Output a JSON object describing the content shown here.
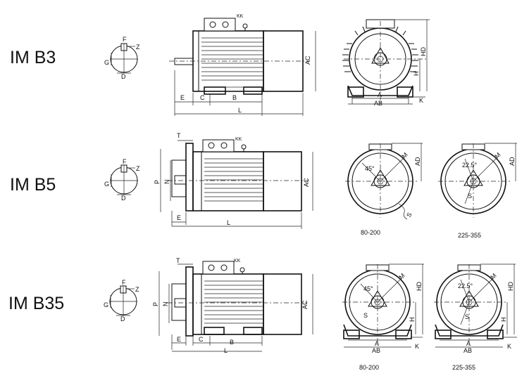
{
  "rows": [
    {
      "label": "IM B3"
    },
    {
      "label": "IM B5"
    },
    {
      "label": "IM B35"
    }
  ],
  "dims": {
    "E": "E",
    "C": "C",
    "B": "B",
    "L": "L",
    "AC": "AC",
    "HD": "HD",
    "H": "H",
    "A": "A",
    "AB": "AB",
    "K": "K",
    "AD": "AD",
    "M": "M",
    "S": "S",
    "T": "T",
    "P": "P",
    "N": "N",
    "F": "F",
    "Z": "Z",
    "G": "G",
    "D": "D",
    "KK": "KK"
  },
  "angles": {
    "a45": "45°",
    "a22": "22.5°"
  },
  "captions": {
    "range_small": "80-200",
    "range_large": "225-355"
  }
}
